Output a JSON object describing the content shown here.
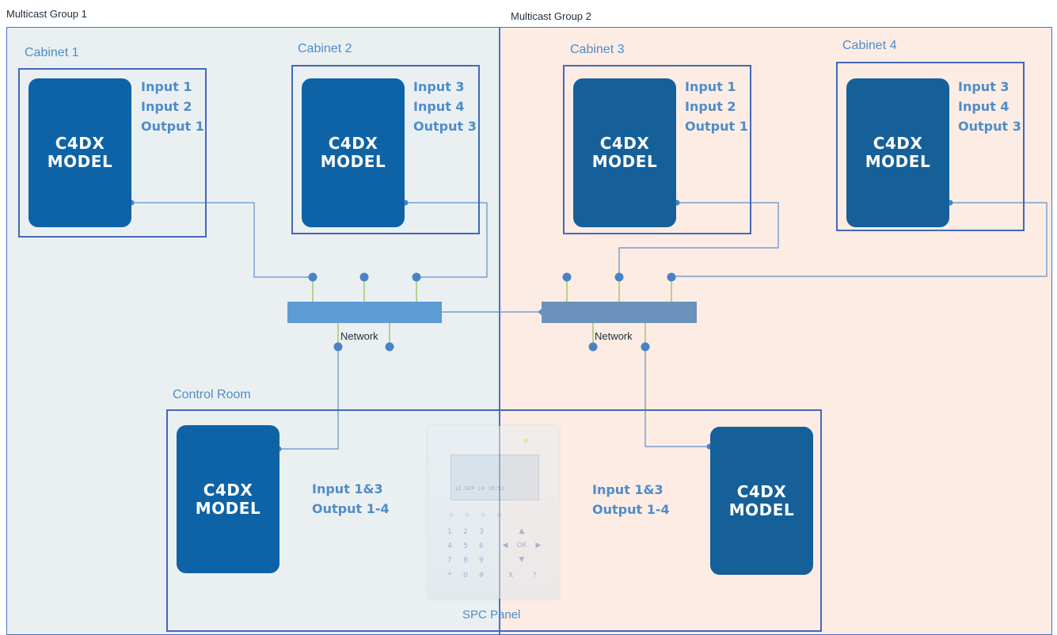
{
  "groups": {
    "group1_label": "Multicast Group 1",
    "group2_label": "Multicast Group 2"
  },
  "cabinets": [
    {
      "label": "Cabinet 1",
      "device": {
        "line1": "C4DX",
        "line2": "MODEL"
      },
      "io": [
        "Input 1",
        "Input 2",
        "Output 1"
      ]
    },
    {
      "label": "Cabinet 2",
      "device": {
        "line1": "C4DX",
        "line2": "MODEL"
      },
      "io": [
        "Input 3",
        "Input 4",
        "Output 3"
      ]
    },
    {
      "label": "Cabinet 3",
      "device": {
        "line1": "C4DX",
        "line2": "MODEL"
      },
      "io": [
        "Input 1",
        "Input 2",
        "Output 1"
      ]
    },
    {
      "label": "Cabinet 4",
      "device": {
        "line1": "C4DX",
        "line2": "MODEL"
      },
      "io": [
        "Input 3",
        "Input 4",
        "Output 3"
      ]
    }
  ],
  "networks": [
    {
      "label": "Network"
    },
    {
      "label": "Network"
    }
  ],
  "control_room": {
    "label": "Control Room",
    "left_device": {
      "line1": "C4DX",
      "line2": "MODEL"
    },
    "right_device": {
      "line1": "C4DX",
      "line2": "MODEL"
    },
    "left_io": [
      "Input 1&3",
      "Output 1-4"
    ],
    "right_io": [
      "Input 1&3",
      "Output 1-4"
    ],
    "panel_label": "SPC Panel",
    "panel_display": "12 SEP 14 18:51",
    "panel_nav": [
      "▲",
      "◀",
      "OK",
      "▶",
      "▼"
    ],
    "panel_keys": [
      "1",
      "2",
      "3",
      "4",
      "5",
      "6",
      "7",
      "8",
      "9",
      "*",
      "0",
      "#"
    ],
    "panel_func": [
      "X",
      "?"
    ]
  },
  "colors": {
    "group1_bg": "#eaf0f1",
    "group2_bg": "#fcece3",
    "frame": "#4468b8",
    "device": "#0e63a6",
    "label_blue": "#4f8cc9",
    "wire": "#5b8fcf",
    "stub": "#8cbf4e"
  }
}
